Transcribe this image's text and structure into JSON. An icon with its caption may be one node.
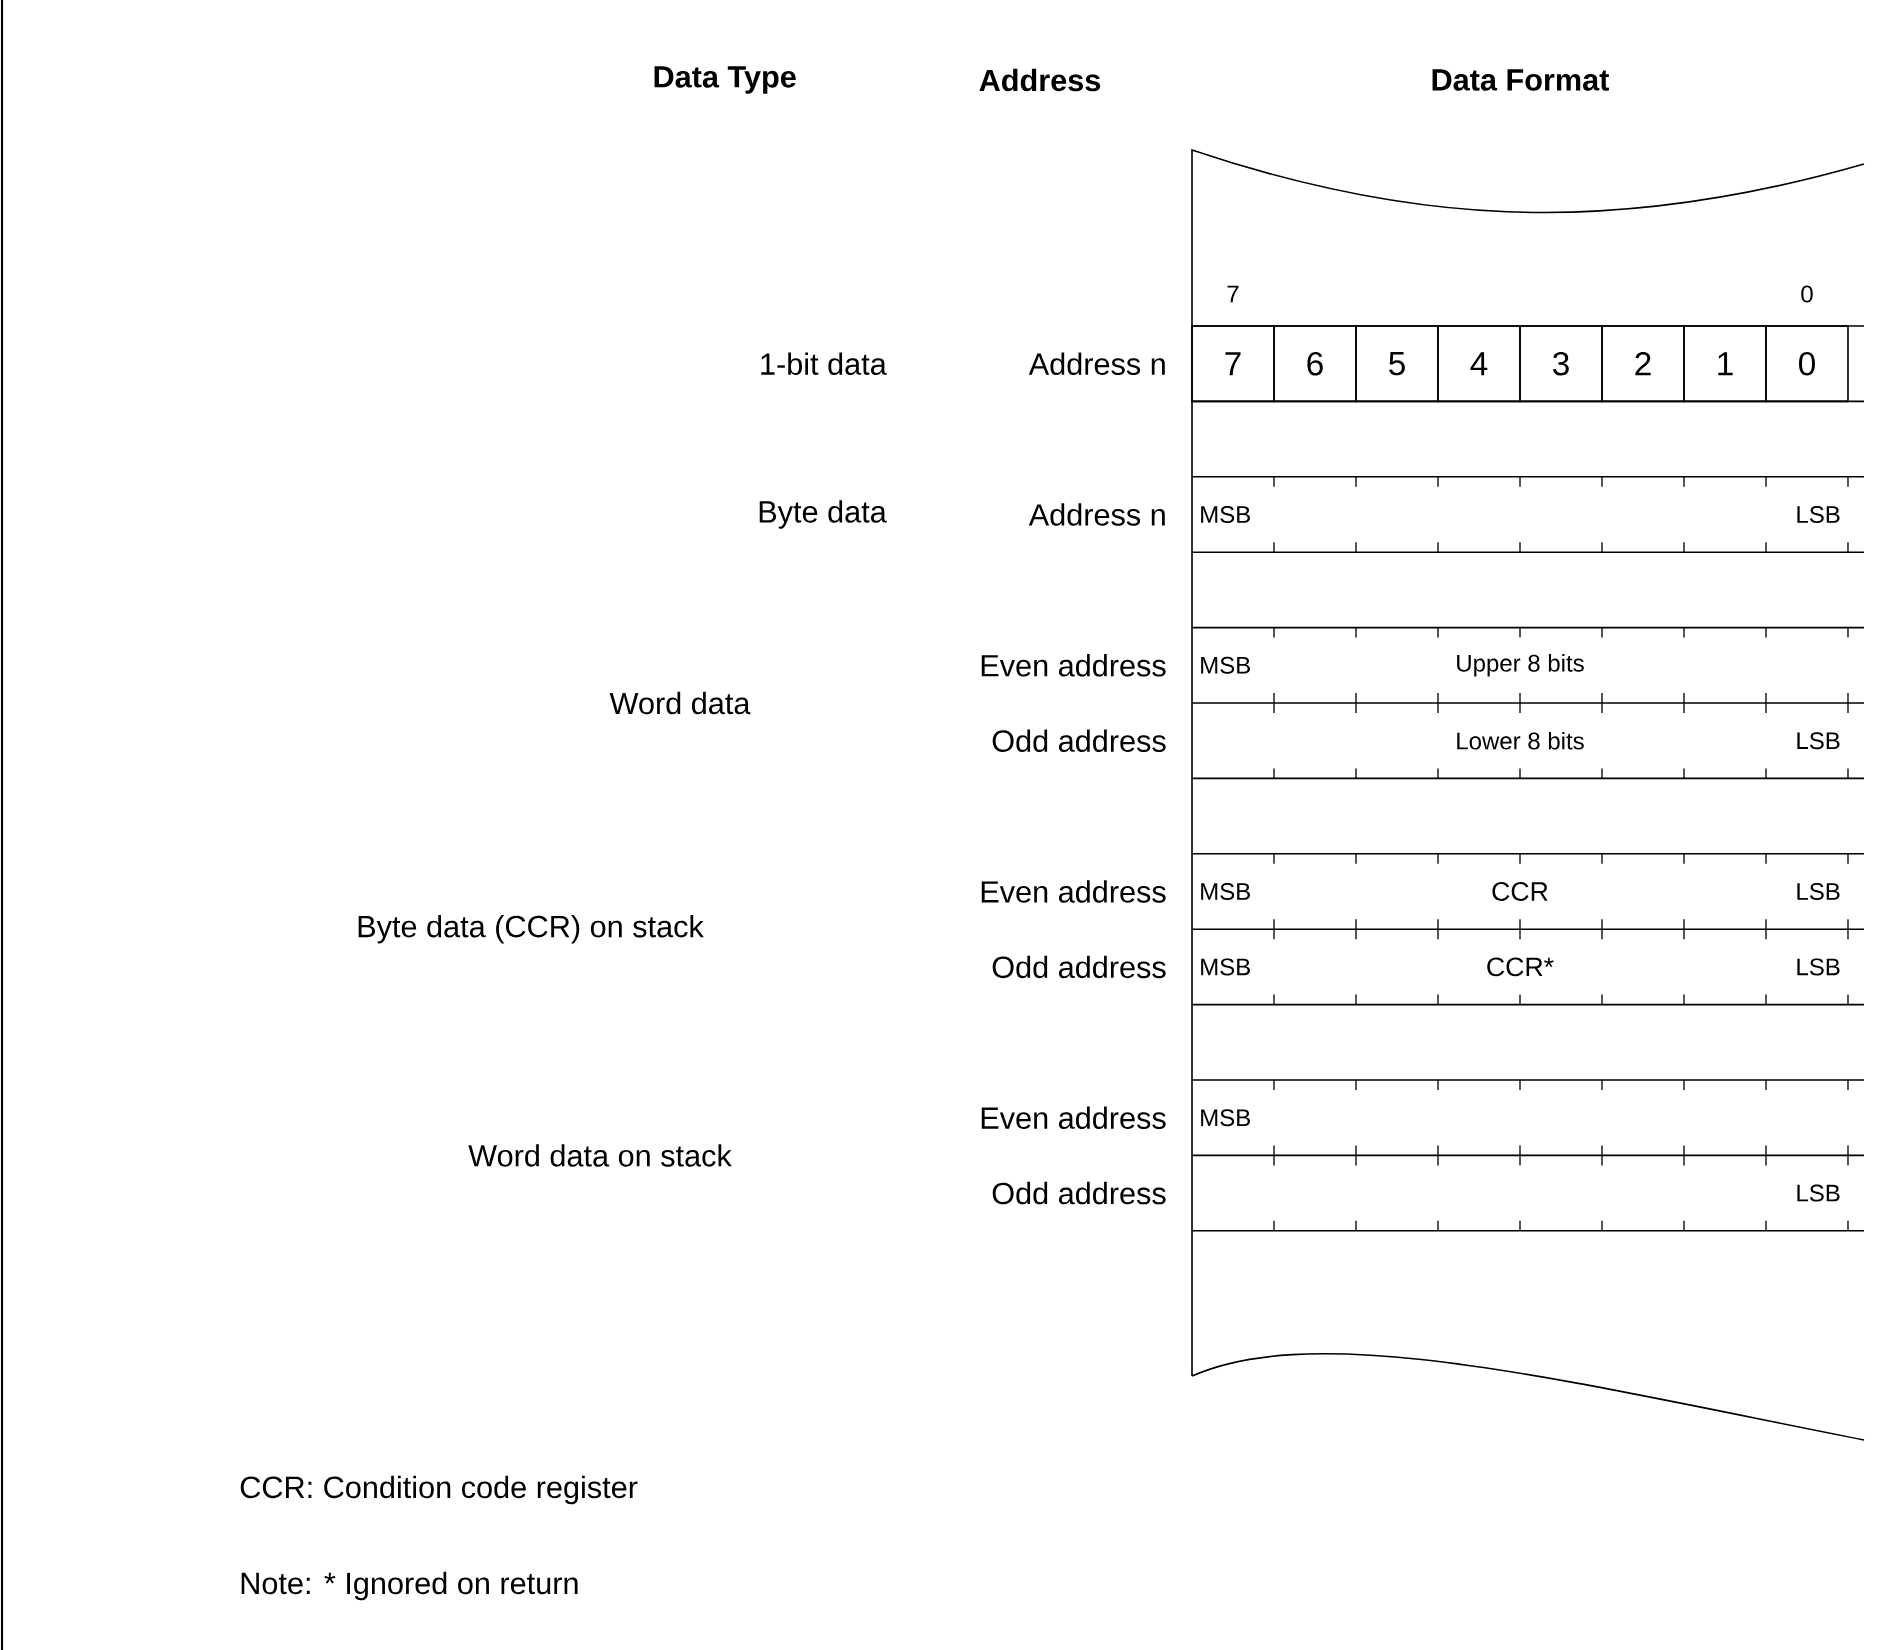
{
  "diagram": {
    "labels": [
      "Data Type",
      "Address",
      "Data Format",
      "7",
      "0",
      "1-bit data",
      "Address n",
      "7",
      "6",
      "5",
      "4",
      "3",
      "2",
      "1",
      "0",
      "Byte data",
      "Address n",
      "MSB",
      "LSB",
      "Even address",
      "MSB",
      "Upper 8 bits",
      "Word data",
      "Odd address",
      "Lower 8 bits",
      "LSB",
      "Even address",
      "MSB",
      "CCR",
      "LSB",
      "Byte data (CCR) on stack",
      "Odd address",
      "MSB",
      "CCR*",
      "LSB",
      "Even address",
      "MSB",
      "Word data on stack",
      "Odd address",
      "LSB",
      "CCR: Condition code register",
      "Note: * Ignored on return"
    ]
  }
}
